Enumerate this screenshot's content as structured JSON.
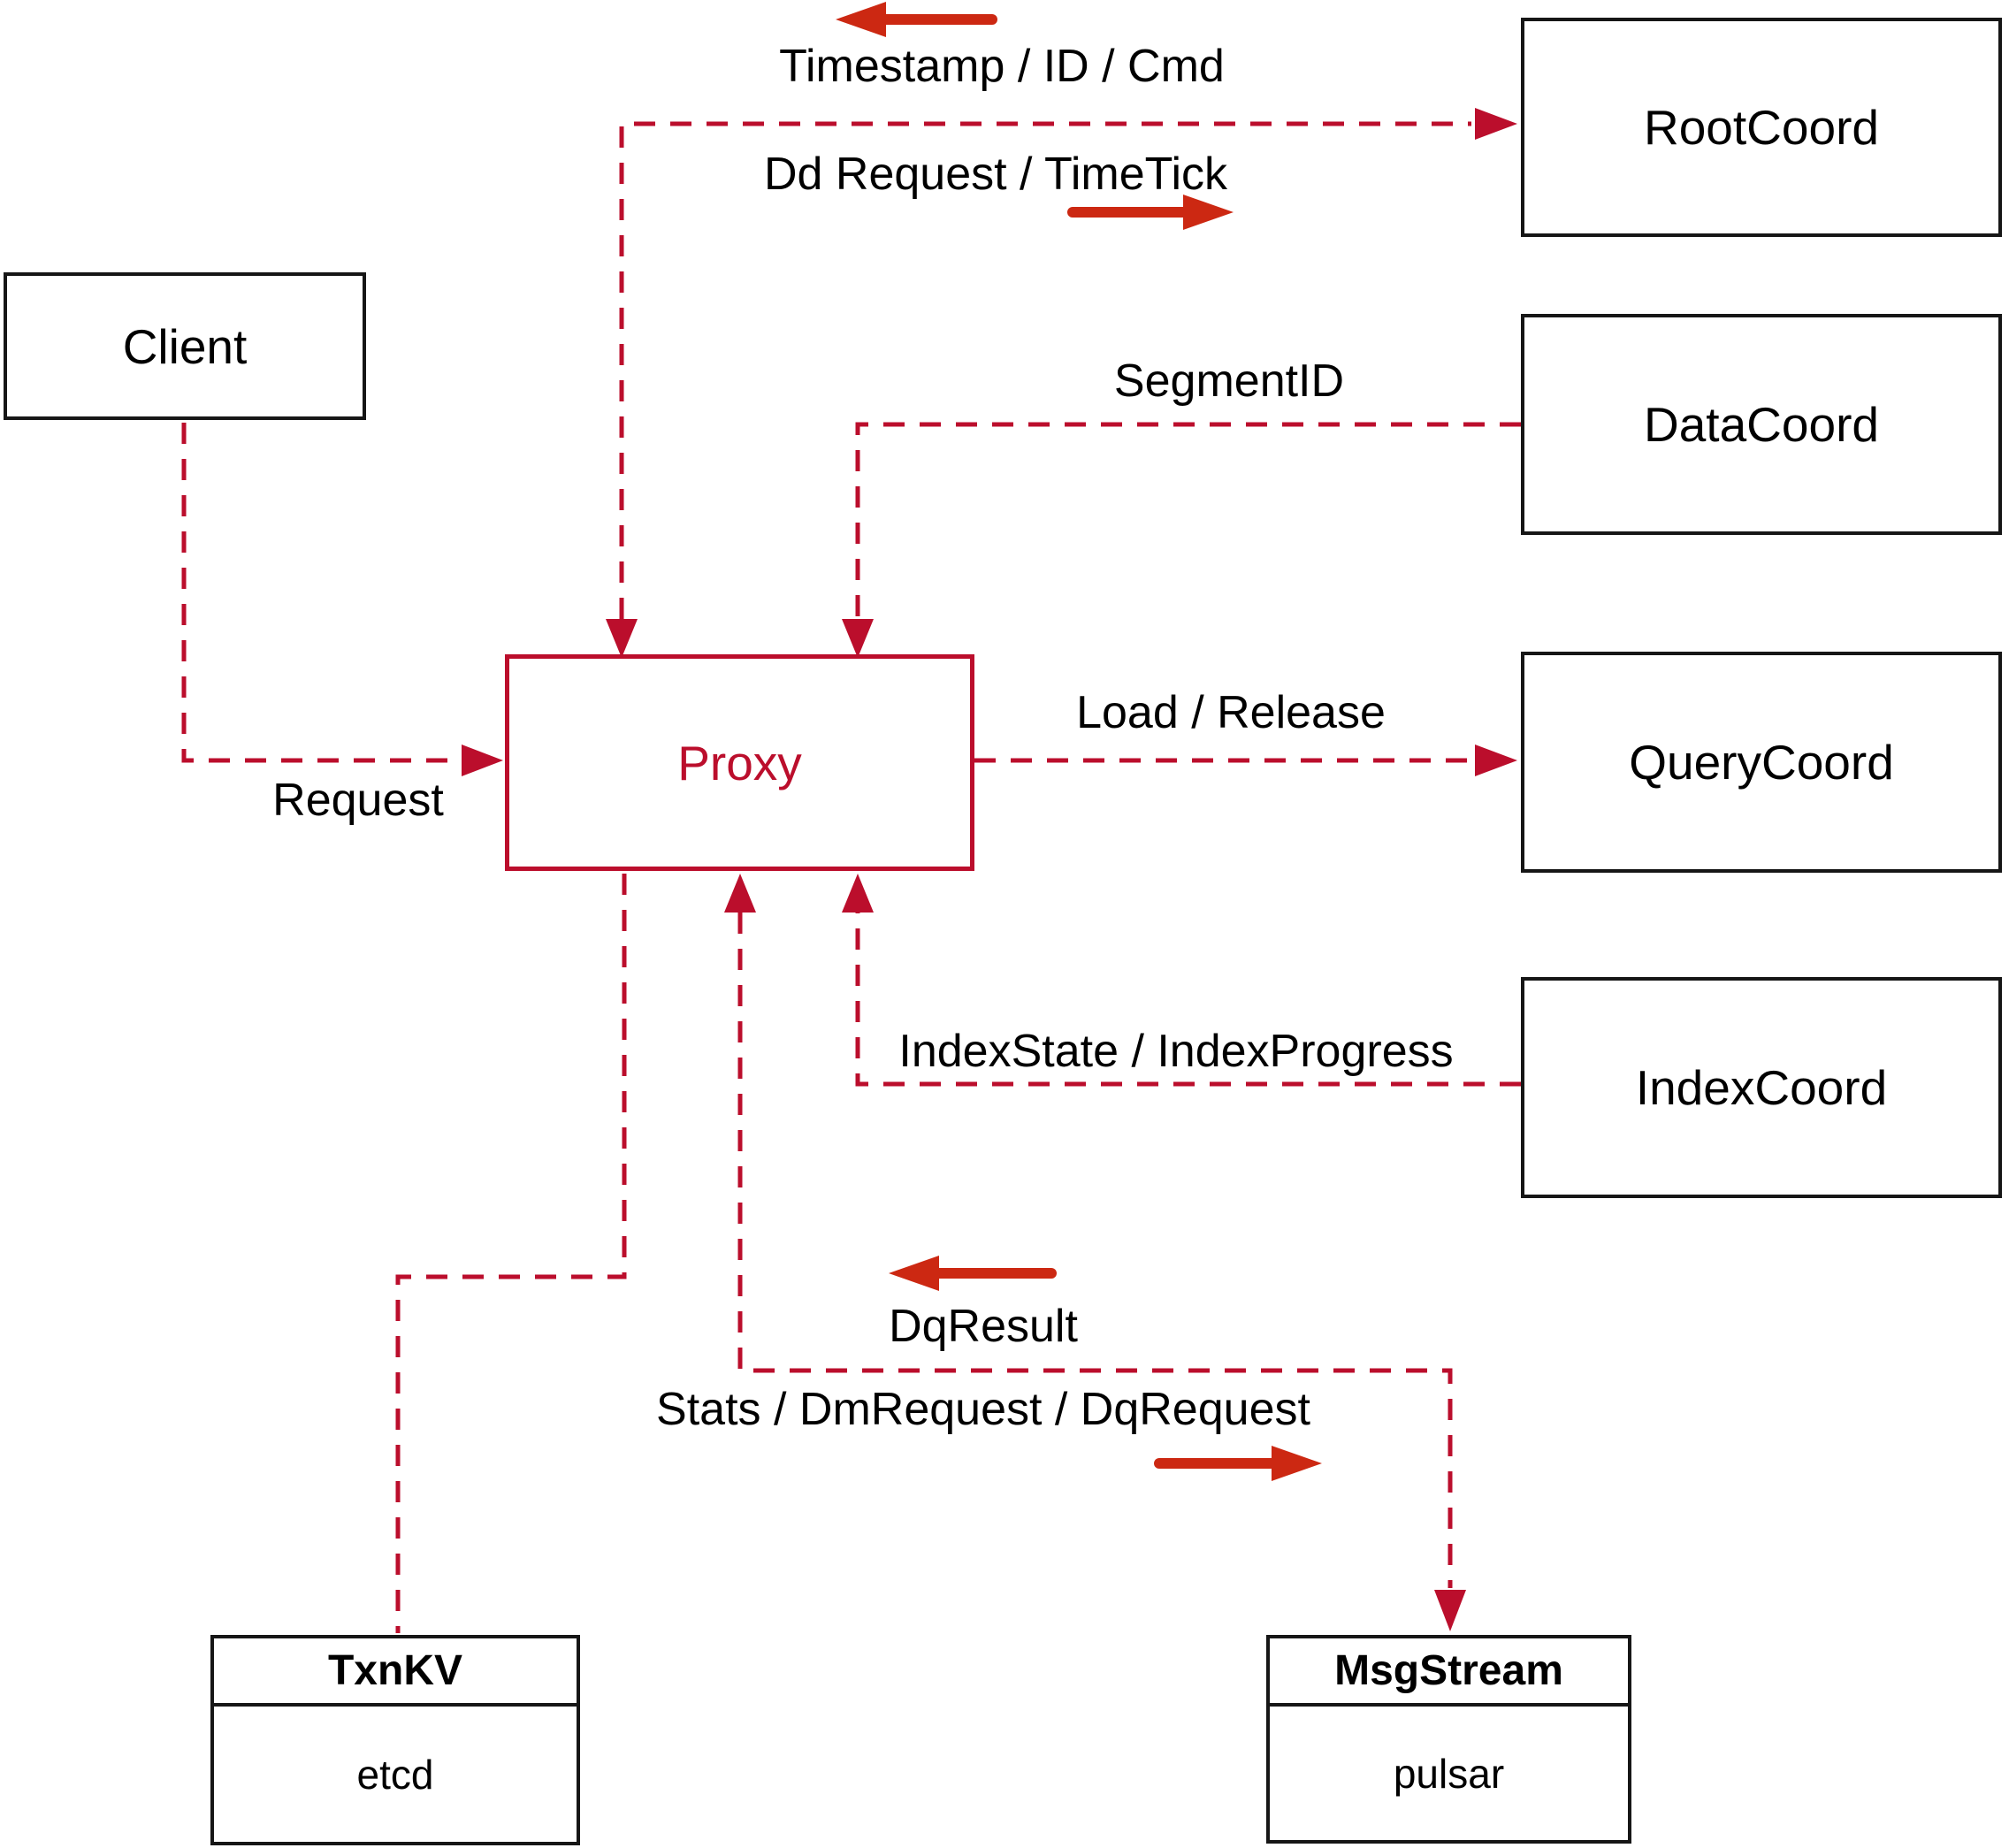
{
  "diagram": {
    "colors": {
      "line": "#bb0e2c",
      "arrow": "#cc2812",
      "box_border": "#161616",
      "text": "#000000",
      "background": "#ffffff"
    },
    "nodes": {
      "client": {
        "label": "Client"
      },
      "root_coord": {
        "label": "RootCoord"
      },
      "data_coord": {
        "label": "DataCoord"
      },
      "query_coord": {
        "label": "QueryCoord"
      },
      "index_coord": {
        "label": "IndexCoord"
      },
      "proxy": {
        "label": "Proxy"
      },
      "txn_kv": {
        "title": "TxnKV",
        "subtitle": "etcd"
      },
      "msg_stream": {
        "title": "MsgStream",
        "subtitle": "pulsar"
      }
    },
    "edge_labels": {
      "timestamp_id_cmd": "Timestamp / ID / Cmd",
      "dd_request_timetick": "Dd Request / TimeTick",
      "segment_id": "SegmentID",
      "request": "Request",
      "load_release": "Load / Release",
      "index_state_progress": "IndexState / IndexProgress",
      "dq_result": "DqResult",
      "stats_dm_dq_request": "Stats / DmRequest / DqRequest"
    }
  }
}
